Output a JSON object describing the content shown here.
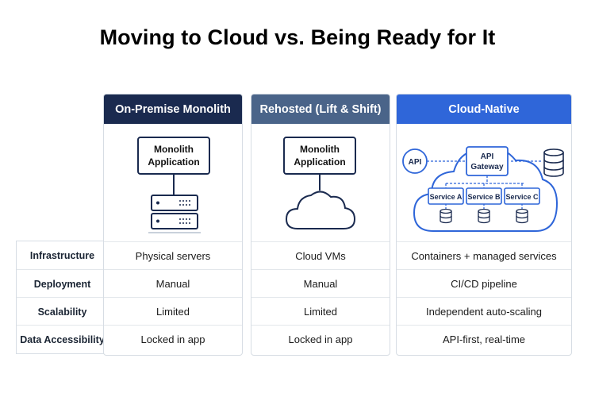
{
  "title": "Moving to Cloud vs. Being Ready for It",
  "colors": {
    "head_onprem": "#1a2a4f",
    "head_rehosted": "#4a6489",
    "head_cloudnative": "#2f66d9",
    "diagram_stroke": "#1a2a4f",
    "cloud_stroke": "#2f66d9"
  },
  "row_labels": [
    "Infrastructure",
    "Deployment",
    "Scalability",
    "Data Accessibility"
  ],
  "columns": [
    {
      "header": "On-Premise Monolith",
      "diagram": {
        "box_line1": "Monolith",
        "box_line2": "Application"
      },
      "cells": [
        "Physical servers",
        "Manual",
        "Limited",
        "Locked in app"
      ]
    },
    {
      "header": "Rehosted (Lift & Shift)",
      "diagram": {
        "box_line1": "Monolith",
        "box_line2": "Application"
      },
      "cells": [
        "Cloud VMs",
        "Manual",
        "Limited",
        "Locked in app"
      ]
    },
    {
      "header": "Cloud-Native",
      "diagram": {
        "api_label": "API",
        "gateway_line1": "API",
        "gateway_line2": "Gateway",
        "services": [
          "Service A",
          "Service B",
          "Service C"
        ]
      },
      "cells": [
        "Containers + managed services",
        "CI/CD pipeline",
        "Independent auto-scaling",
        "API-first, real-time"
      ]
    }
  ]
}
